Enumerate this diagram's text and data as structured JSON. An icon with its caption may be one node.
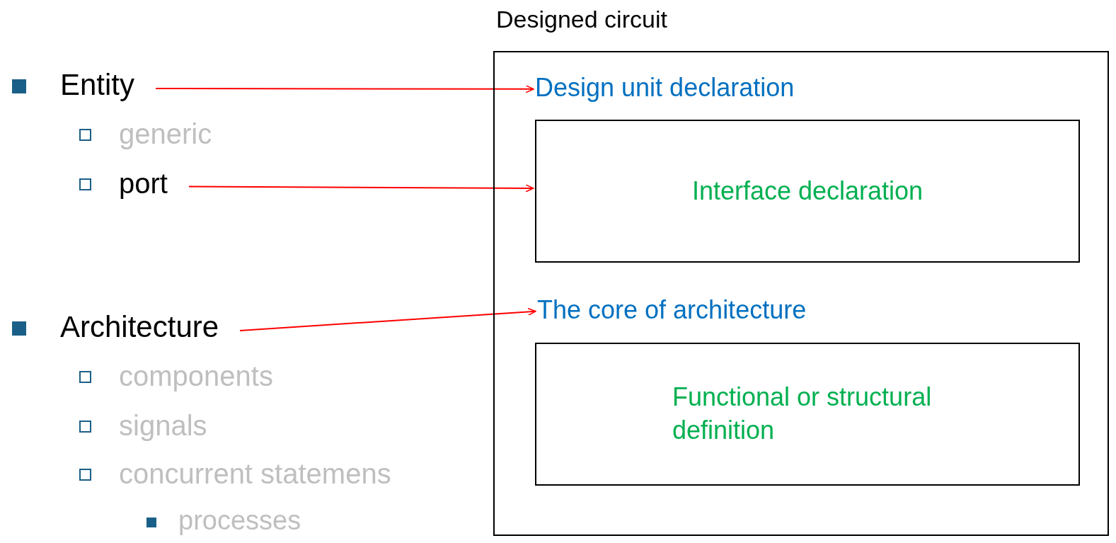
{
  "diagram": {
    "nodes": [
      {
        "text": [
          "Entity"
        ]
      },
      {
        "text": [
          "port"
        ]
      },
      {
        "text": [
          "Architecture"
        ]
      },
      {
        "text": [
          "Designed circuit"
        ]
      },
      {
        "text": [
          "Design unit declaration"
        ],
        "in": 3
      },
      {
        "text": [
          "Interface declaration"
        ],
        "in": 3
      },
      {
        "text": [
          "The core of architecture"
        ],
        "in": 3
      },
      {
        "text": [
          "Functional or structural definition"
        ],
        "in": 3
      }
    ],
    "edges": [
      {
        "from": 0,
        "to": 4,
        "arrow": "to"
      },
      {
        "from": 1,
        "to": 5,
        "arrow": "to"
      },
      {
        "from": 2,
        "to": 6,
        "arrow": "to"
      }
    ],
    "labels": [
      "generic",
      "components",
      "signals",
      "concurrent statemens",
      "processes"
    ]
  }
}
